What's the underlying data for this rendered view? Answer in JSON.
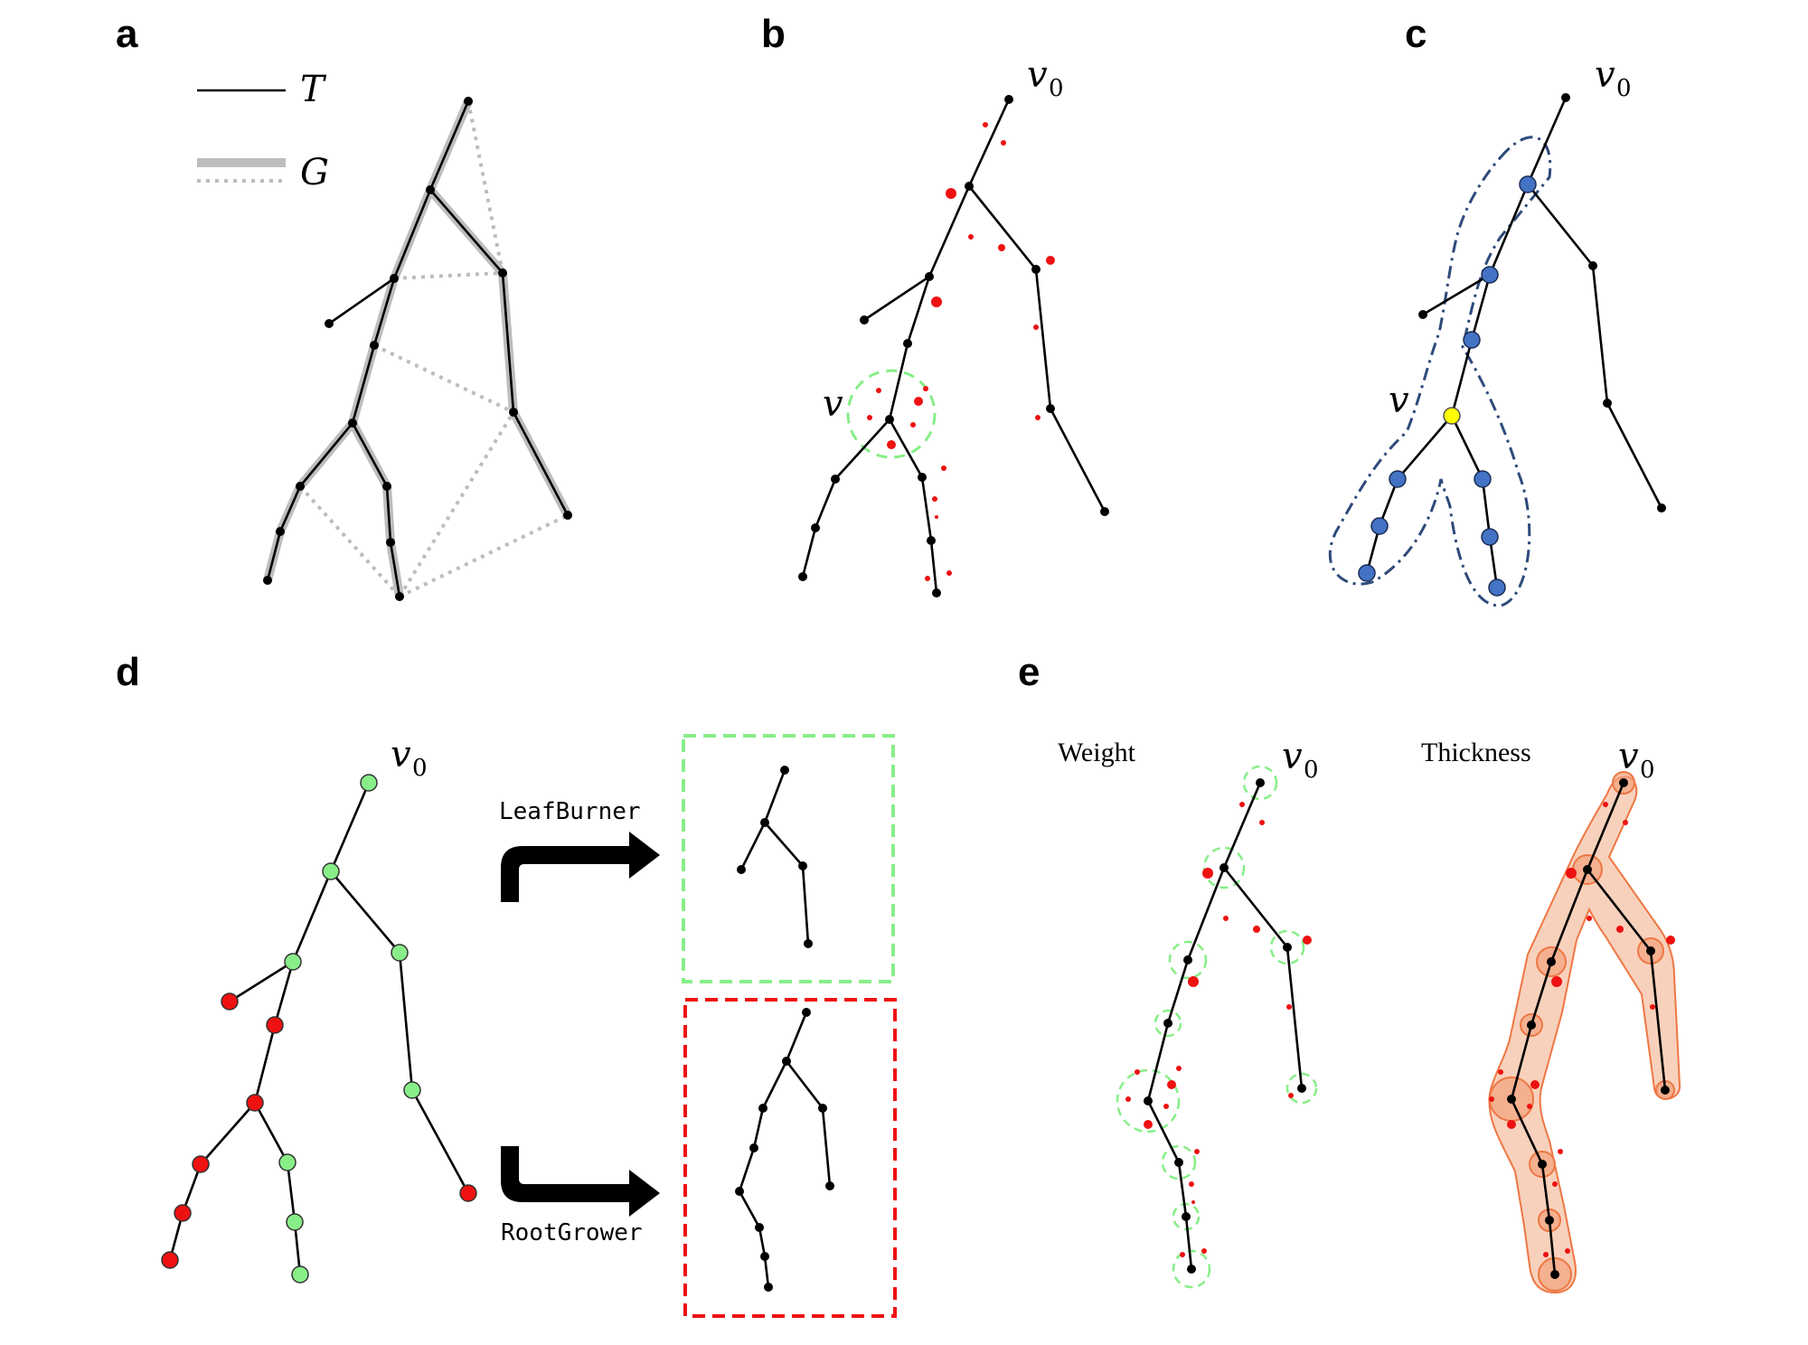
{
  "panels": {
    "a": {
      "letter": "a",
      "legend_tree": "T",
      "legend_graph": "G"
    },
    "b": {
      "letter": "b",
      "root_label": "v",
      "root_sub": "0",
      "node_label": "v"
    },
    "c": {
      "letter": "c",
      "root_label": "v",
      "root_sub": "0",
      "node_label": "v"
    },
    "d": {
      "letter": "d",
      "root_label": "v",
      "root_sub": "0",
      "method_top": "LeafBurner",
      "method_bottom": "RootGrower"
    },
    "e": {
      "letter": "e",
      "caption_left": "Weight",
      "caption_right": "Thickness",
      "root_label": "v",
      "root_sub": "0"
    }
  },
  "colors": {
    "point_red": "#ee1111",
    "ring_green": "#88ee88",
    "node_blue": "#4472c4",
    "node_yellow": "#ffff00",
    "node_green": "#88ee88",
    "node_red": "#ee1111",
    "thick_fill": "#f6c2a6",
    "thick_stroke": "#ee7744",
    "dash_navy": "#2e4a7a"
  }
}
